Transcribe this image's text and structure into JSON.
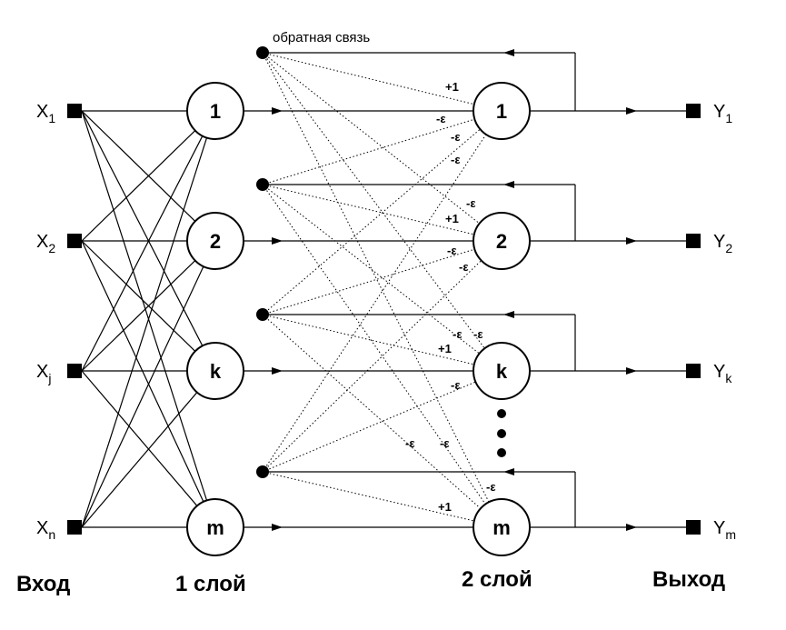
{
  "inputs": [
    {
      "base": "X",
      "sub": "1"
    },
    {
      "base": "X",
      "sub": "2"
    },
    {
      "base": "X",
      "sub": "j"
    },
    {
      "base": "X",
      "sub": "n"
    }
  ],
  "layer1_nodes": [
    "1",
    "2",
    "k",
    "m"
  ],
  "layer2_nodes": [
    "1",
    "2",
    "k",
    "m"
  ],
  "outputs": [
    {
      "base": "Y",
      "sub": "1"
    },
    {
      "base": "Y",
      "sub": "2"
    },
    {
      "base": "Y",
      "sub": "k"
    },
    {
      "base": "Y",
      "sub": "m"
    }
  ],
  "feedback_label": "обратная связь",
  "ellipsis": "•\n•\n•",
  "bottom_labels": {
    "input": "Вход",
    "layer1": "1 слой",
    "layer2": "2 слой",
    "output": "Выход"
  },
  "weight_labels": [
    "+1",
    "-ε",
    "-ε",
    "-ε",
    "-ε",
    "+1",
    "-ε",
    "-ε",
    "-ε",
    "-ε",
    "+1",
    "-ε",
    "-ε",
    "-ε",
    "-ε",
    "+1"
  ]
}
